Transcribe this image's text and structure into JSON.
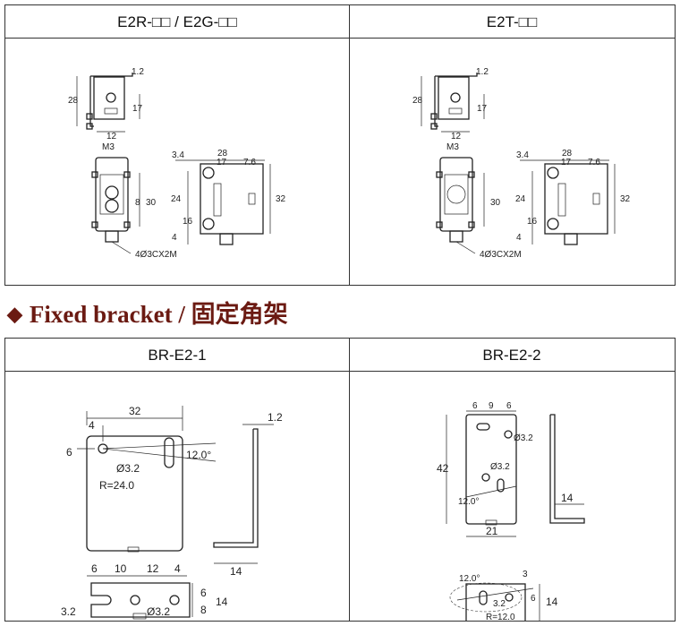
{
  "top_table": {
    "col1_header": "E2R-□□ / E2G-□□",
    "col2_header": "E2T-□□",
    "dims": {
      "d1_2": "1.2",
      "d28": "28",
      "d17": "17",
      "d12": "12",
      "m3": "M3",
      "d3_4": "3.4",
      "d7_6": "7.6",
      "d30": "30",
      "d8": "8",
      "d24": "24",
      "d32": "32",
      "d16": "16",
      "d4": "4",
      "cable": "4Ø3CX2M"
    }
  },
  "section_title": {
    "text": "Fixed bracket / 固定角架"
  },
  "bottom_table": {
    "col1_header": "BR-E2-1",
    "col2_header": "BR-E2-2",
    "br1": {
      "d32": "32",
      "d4": "4",
      "d6": "6",
      "d1_2": "1.2",
      "angle": "12.0°",
      "hole": "Ø3.2",
      "radius": "R=24.0",
      "d14": "14",
      "b6": "6",
      "b10": "10",
      "b12": "12",
      "b4": "4",
      "r6": "6",
      "r8": "8",
      "r14": "14",
      "d3_2": "3.2",
      "hole2": "Ø3.2"
    },
    "br2": {
      "t6a": "6",
      "t9": "9",
      "t6b": "6",
      "hole_a": "Ø3.2",
      "d42": "42",
      "hole_b": "Ø3.2",
      "angle": "12.0°",
      "d14": "14",
      "d21": "21",
      "b_angle": "12.0°",
      "b3": "3",
      "b6": "6",
      "b14": "14",
      "b3_2": "3.2",
      "radius": "R=12.0"
    }
  }
}
